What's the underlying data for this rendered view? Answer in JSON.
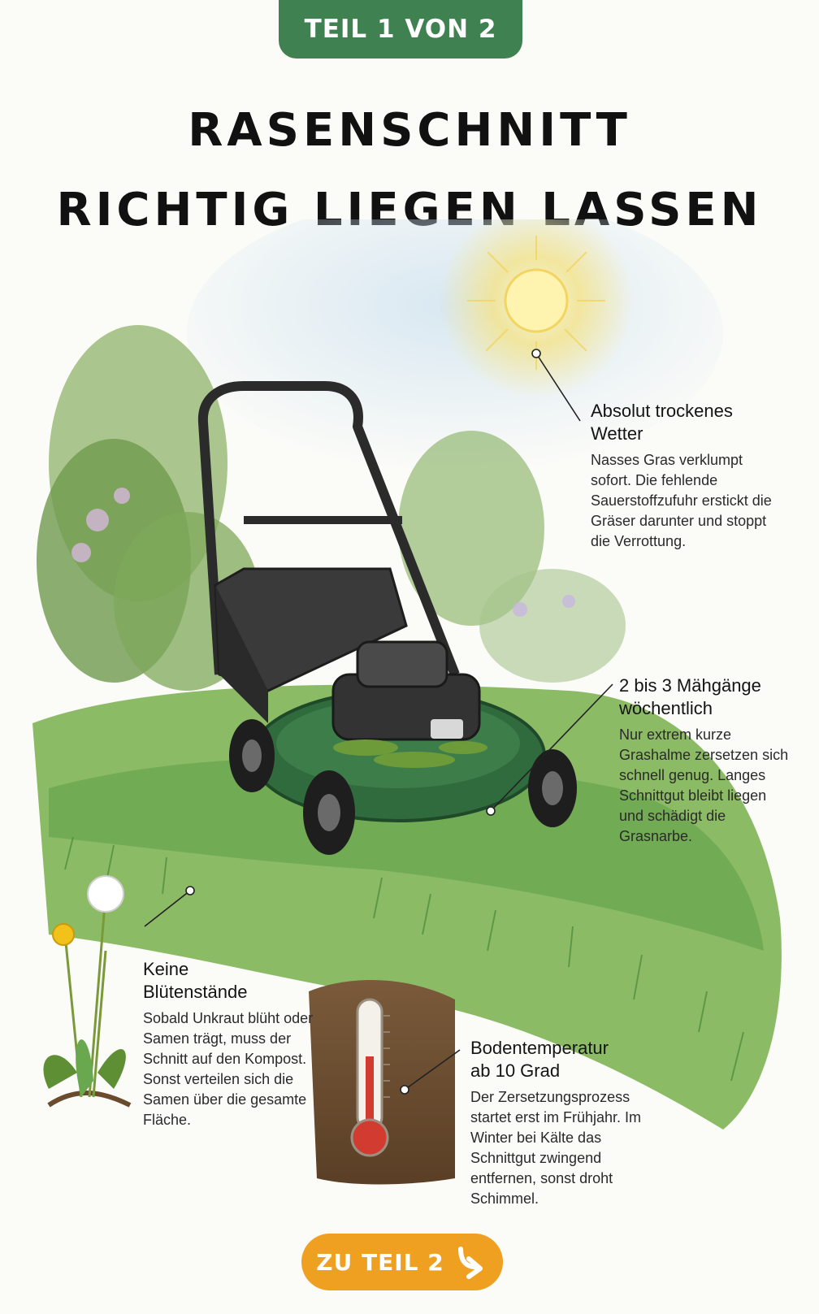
{
  "badge": {
    "label": "TEIL 1 VON 2"
  },
  "title": {
    "line1": "RASENSCHNITT",
    "line2": "RICHTIG LIEGEN LASSEN"
  },
  "callouts": [
    {
      "title_line1": "Absolut trockenes",
      "title_line2": "Wetter",
      "body": "Nasses Gras verklumpt sofort. Die fehlende Sauerstoffzufuhr erstickt die Gräser darunter und stoppt die Verrottung."
    },
    {
      "title_line1": "2 bis 3 Mähgänge",
      "title_line2": "wöchentlich",
      "body": "Nur extrem kurze Grashalme zersetzen sich schnell genug. Langes Schnittgut bleibt liegen und schädigt die Grasnarbe."
    },
    {
      "title_line1": "Keine",
      "title_line2": "Blütenstände",
      "body": "Sobald Unkraut blüht oder Samen trägt, muss der Schnitt auf den Kompost. Sonst verteilen sich die Samen über die gesamte Fläche."
    },
    {
      "title_line1": "Bodentemperatur",
      "title_line2": "ab 10 Grad",
      "body": "Der Zersetzungsprozess startet erst im Frühjahr. Im Winter bei Kälte das Schnittgut zwingend entfernen, sonst droht Schimmel."
    }
  ],
  "cta": {
    "label": "ZU TEIL 2",
    "icon": "arrow-down-right-icon"
  },
  "colors": {
    "badge": "#3f8151",
    "cta": "#f0a020",
    "grass": "#6aa84f",
    "mower": "#2f6b3c"
  }
}
